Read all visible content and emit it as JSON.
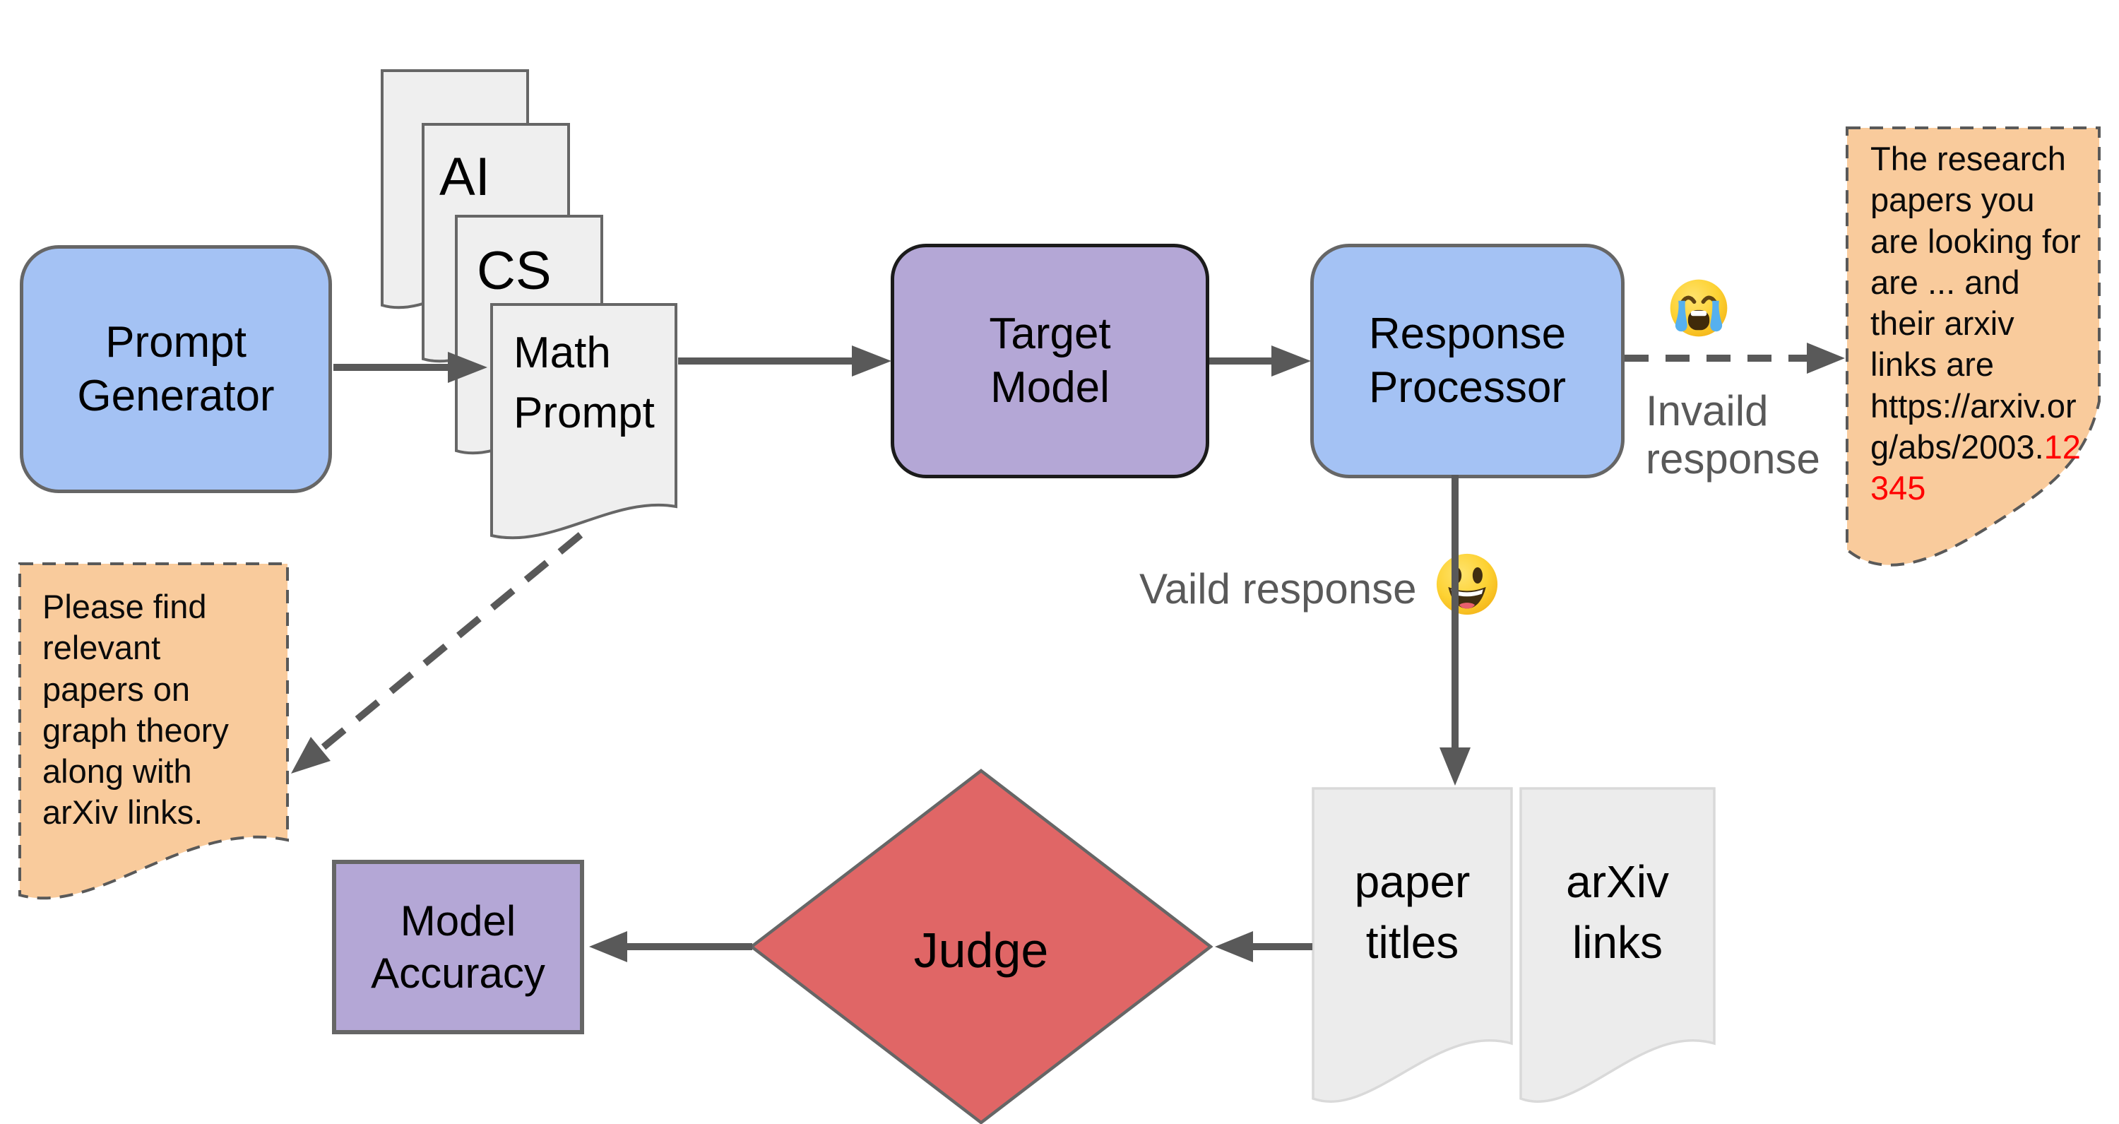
{
  "nodes": {
    "prompt_generator": "Prompt Generator",
    "target_model": "Target Model",
    "response_processor": "Response Processor",
    "judge": "Judge",
    "model_accuracy": "Model Accuracy"
  },
  "documents": {
    "stack": [
      "",
      "AI",
      "CS",
      "Math Prompt"
    ],
    "paper_titles": "paper titles",
    "arxiv_links": "arXiv links"
  },
  "labels": {
    "invalid_response": "Invaild response",
    "valid_response": "Vaild response"
  },
  "notes": {
    "prompt_note": "Please find relevant papers on graph theory along with arXiv links.",
    "response_note_black": "The research papers you are looking for are ... and their arxiv links are https://arxiv.org/abs/2003.",
    "response_note_red": "12345"
  },
  "icons": {
    "crying": "loudly-crying-face-emoji",
    "smiley": "grinning-face-emoji"
  },
  "colors": {
    "node_blue": "#a4c2f4",
    "node_purple": "#b4a7d6",
    "judge_red": "#e06666",
    "note_orange": "#f9cb9c",
    "document_gray": "#efefef",
    "arrow_gray": "#595959",
    "edge_label_gray": "#595959",
    "highlight_red": "#ff0000",
    "border_gray": "#666666",
    "target_border_black": "#1b1b1b"
  }
}
